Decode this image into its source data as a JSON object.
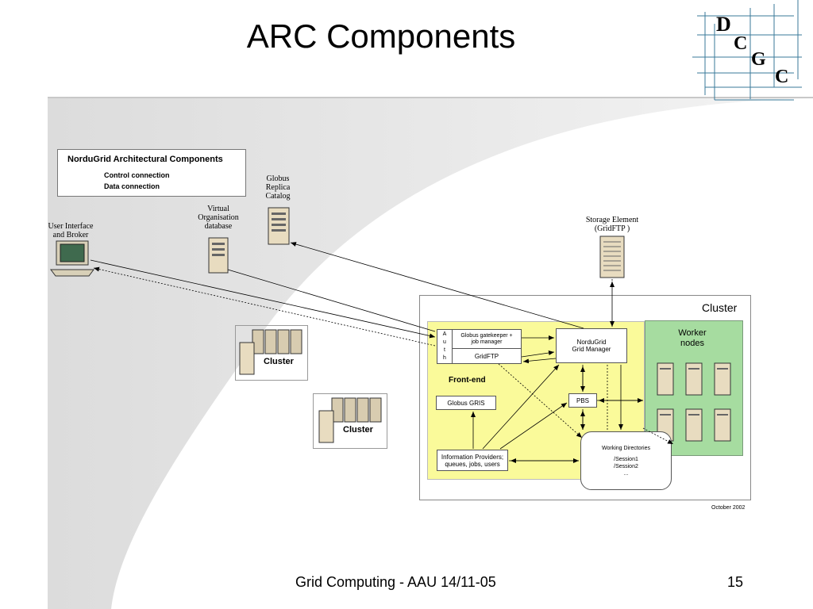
{
  "slide": {
    "title": "ARC Components",
    "footer": "Grid Computing - AAU 14/11-05",
    "page_number": "15"
  },
  "logo": {
    "letters": [
      "D",
      "C",
      "G",
      "C"
    ]
  },
  "legend": {
    "title": "NorduGrid  Architectural Components",
    "control": "Control connection",
    "data": "Data connection"
  },
  "nodes": {
    "globus_replica": [
      "Globus",
      "Replica",
      "Catalog"
    ],
    "vo_db": [
      "Virtual",
      "Organisation",
      "database"
    ],
    "ui_broker": [
      "User Interface",
      "and Broker"
    ],
    "storage": [
      "Storage Element",
      "(GridFTP  )"
    ],
    "cluster1": "Cluster",
    "cluster2": "Cluster"
  },
  "cluster": {
    "title": "Cluster",
    "frontend": "Front-end",
    "auth_letters": [
      "A",
      "u",
      "t",
      "h"
    ],
    "gatekeeper": [
      "Globus gatekeeper +",
      "job manager"
    ],
    "gridftp": "GridFTP",
    "grid_manager": [
      "NorduGrid",
      "Grid Manager"
    ],
    "gris": "Globus GRIS",
    "pbs": "PBS",
    "info_providers": [
      "Information Providers;",
      "queues, jobs, users"
    ],
    "working_dirs": [
      "Working Directories",
      "",
      "/Session1",
      "/Session2",
      "..."
    ],
    "worker_nodes": [
      "Worker",
      "nodes"
    ],
    "date": "October 2002"
  },
  "colors": {
    "frontend_fill": "#fafa9a",
    "worker_fill": "#a6dca0",
    "background_swoosh": "#e6e6e6"
  }
}
